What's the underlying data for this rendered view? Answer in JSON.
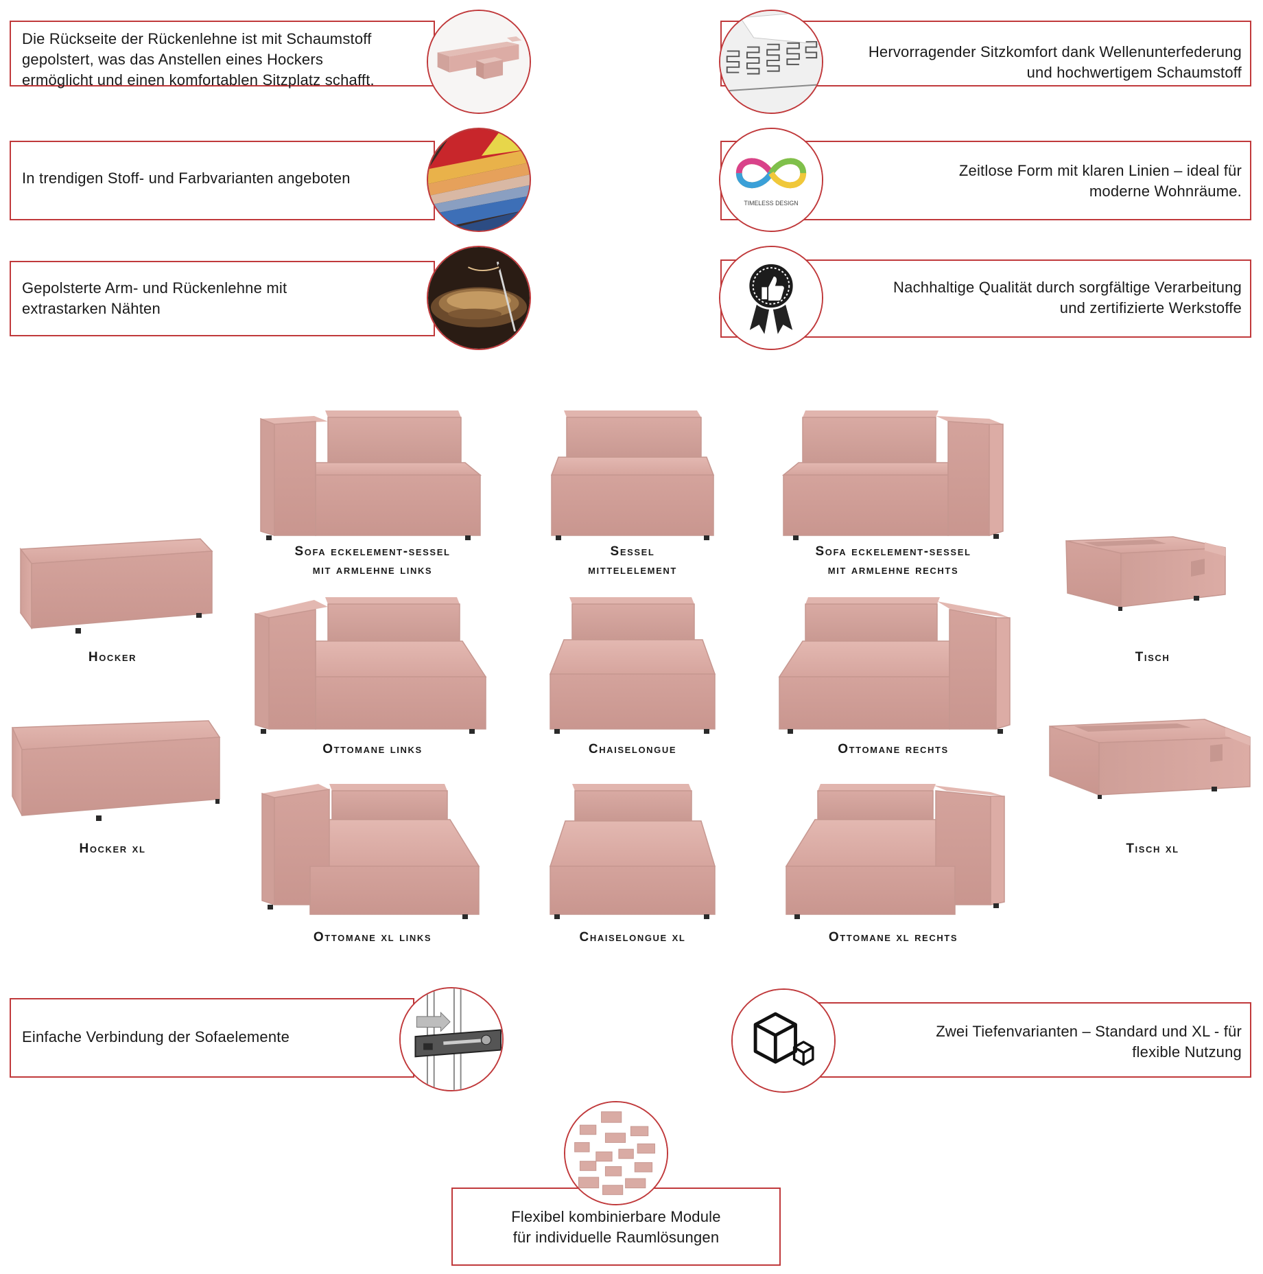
{
  "colors": {
    "accent_red": "#c0393b",
    "fabric_pink": "#d9aba4",
    "fabric_pink_dark": "#c69790",
    "leg_dark": "#2a2a2a"
  },
  "features": [
    {
      "id": "backrest",
      "text_lines": [
        "Die Rückseite der Rückenlehne ist mit Schaumstoff",
        "gepolstert, was das Anstellen eines Hockers",
        "ermöglicht und einen komfortablen Sitzplatz schafft."
      ],
      "icon": "sofa-with-stool-image"
    },
    {
      "id": "fabrics",
      "text_lines": [
        "In trendigen Stoff- und Farbvarianten angeboten"
      ],
      "icon": "fabric-swatches-image"
    },
    {
      "id": "seams",
      "text_lines": [
        "Gepolsterte Arm- und Rückenlehne mit",
        "extrastarken Nähten"
      ],
      "icon": "needle-thread-image"
    },
    {
      "id": "springs",
      "text_lines": [
        "Hervorragender Sitzkomfort dank Wellenunterfederung",
        "und hochwertigem Schaumstoff"
      ],
      "icon": "wave-springs-image"
    },
    {
      "id": "timeless",
      "text_lines": [
        "Zeitlose Form mit klaren Linien – ideal für",
        "moderne Wohnräume."
      ],
      "icon": "infinity-logo-icon",
      "badge_text": "TIMELESS DESIGN"
    },
    {
      "id": "quality",
      "text_lines": [
        "Nachhaltige Qualität durch sorgfältige Verarbeitung",
        "und zertifizierte Werkstoffe"
      ],
      "icon": "thumbs-up-badge-icon"
    },
    {
      "id": "connection",
      "text_lines": [
        "Einfache Verbindung der Sofaelemente"
      ],
      "icon": "connector-bracket-image"
    },
    {
      "id": "depth",
      "text_lines": [
        "Zwei Tiefenvarianten – Standard und XL - für",
        "flexible Nutzung"
      ],
      "icon": "cubes-icon"
    },
    {
      "id": "modules",
      "text_lines": [
        "Flexibel kombinierbare Module",
        "für individuelle Raumlösungen"
      ],
      "icon": "modules-overview-image"
    }
  ],
  "modules": [
    {
      "id": "hocker",
      "label_lines": [
        "Hocker"
      ]
    },
    {
      "id": "hocker-xl",
      "label_lines": [
        "Hocker xl"
      ]
    },
    {
      "id": "corner-left",
      "label_lines": [
        "Sofa eckelement-sessel",
        "mit armlehne links"
      ]
    },
    {
      "id": "middle",
      "label_lines": [
        "Sessel",
        "mittelelement"
      ]
    },
    {
      "id": "corner-right",
      "label_lines": [
        "Sofa eckelement-sessel",
        "mit armlehne rechts"
      ]
    },
    {
      "id": "ottomane-left",
      "label_lines": [
        "Ottomane links"
      ]
    },
    {
      "id": "chaiselongue",
      "label_lines": [
        "Chaiselongue"
      ]
    },
    {
      "id": "ottomane-right",
      "label_lines": [
        "Ottomane rechts"
      ]
    },
    {
      "id": "ottomane-xl-left",
      "label_lines": [
        "Ottomane xl links"
      ]
    },
    {
      "id": "chaiselongue-xl",
      "label_lines": [
        "Chaiselongue xl"
      ]
    },
    {
      "id": "ottomane-xl-right",
      "label_lines": [
        "Ottomane xl rechts"
      ]
    },
    {
      "id": "tisch",
      "label_lines": [
        "Tisch"
      ]
    },
    {
      "id": "tisch-xl",
      "label_lines": [
        "Tisch xl"
      ]
    }
  ]
}
